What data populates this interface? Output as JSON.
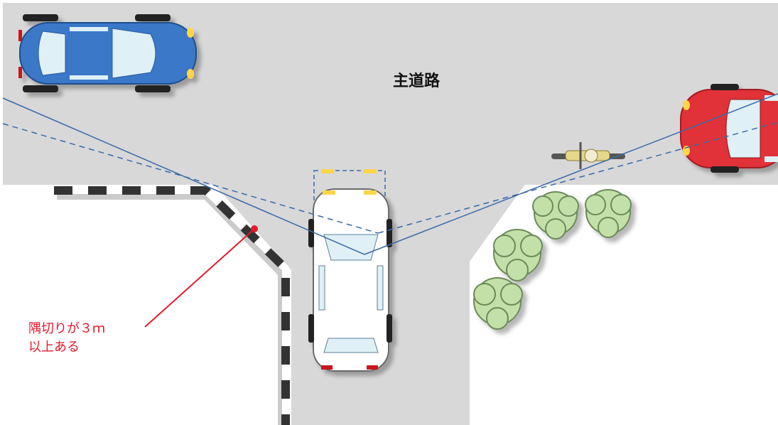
{
  "labels": {
    "main_road": "主道路",
    "corner_note_line1": "隅切りが３ｍ",
    "corner_note_line2": "以上ある"
  },
  "colors": {
    "road": "#d8d8d8",
    "sidewalk": "#ffffff",
    "sight_line": "#3a6aa8",
    "note_red": "#e4182b",
    "blue_car": "#3a78c8",
    "red_car": "#e03038",
    "white_car": "#ffffff",
    "bicycle": "#e6d88a",
    "tree": "#c2e0a8"
  },
  "icons": {
    "blue_car": "car-topview-icon",
    "red_car": "car-topview-icon",
    "white_car": "car-topview-icon",
    "bicycle": "bicycle-icon",
    "trees": "tree-icon"
  }
}
